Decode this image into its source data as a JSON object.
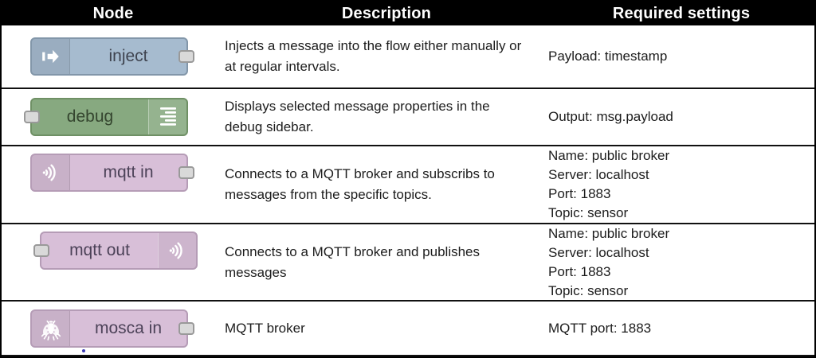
{
  "table": {
    "columns": [
      "Node",
      "Description",
      "Required settings"
    ]
  },
  "colors": {
    "header_bg": "#000000",
    "header_text": "#ffffff",
    "inject_node": "#a6bbcf",
    "debug_node": "#87a980",
    "mqtt_node": "#d8bfd8",
    "port_fill": "#d9d9d9",
    "table_border": "#000000"
  },
  "rows": [
    {
      "node": {
        "label": "inject",
        "icon": "arrow-right-icon"
      },
      "description": "Injects a message into the flow either manually or at regular intervals.",
      "settings": [
        "Payload: timestamp"
      ]
    },
    {
      "node": {
        "label": "debug",
        "icon": "list-lines-icon"
      },
      "description": "Displays selected message properties in the debug sidebar.",
      "settings": [
        "Output: msg.payload"
      ]
    },
    {
      "node": {
        "label": "mqtt in",
        "icon": "broadcast-icon"
      },
      "description": "Connects to a MQTT broker and subscribs to messages from the specific topics.",
      "settings": [
        "Name: public broker",
        "Server: localhost",
        "Port: 1883",
        "Topic: sensor"
      ]
    },
    {
      "node": {
        "label": "mqtt out",
        "icon": "broadcast-icon"
      },
      "description": "Connects to a MQTT broker and publishes messages",
      "settings": [
        "Name: public broker",
        "Server: localhost",
        "Port: 1883",
        "Topic: sensor"
      ]
    },
    {
      "node": {
        "label": "mosca in",
        "icon": "bug-icon"
      },
      "description": "MQTT broker",
      "settings": [
        "MQTT port: 1883"
      ]
    }
  ]
}
